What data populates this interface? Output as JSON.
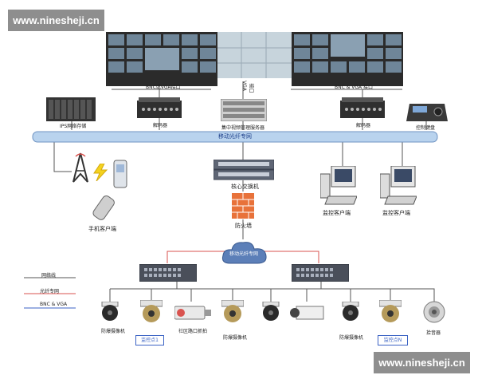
{
  "watermark": {
    "top": "www.ninesheji.cn",
    "bottom": "www.ninesheji.cn"
  },
  "video_wall": {
    "label_left": "BNC或VGA接口",
    "label_center_1": "VGA",
    "label_center_2": "接口",
    "label_right": "BNC & VGA 接口"
  },
  "devices": {
    "ips_storage": "IPS网络存储",
    "decoder_left": "解码器",
    "central_server": "集中视频管理服务器",
    "decoder_right": "解码器",
    "control_keyboard": "控制键盘"
  },
  "backbone": {
    "label": "移动光纤专网"
  },
  "middle": {
    "mobile_client": "手机客户端",
    "core_switch": "核心交换机",
    "firewall": "防火墙",
    "monitor_client_1": "监控客户端",
    "monitor_client_2": "监控客户端",
    "cloud": "移动光纤专网"
  },
  "legend": {
    "line_1": "网络线",
    "line_2": "光纤专网",
    "line_3": "BNC & VGA"
  },
  "cameras": {
    "label_left": "防爆摄像机",
    "label_gate": "社区路口抓拍",
    "label_mid": "防爆摄像机",
    "label_right": "防爆摄像机",
    "label_speaker": "拾音器",
    "point_1": "监控点1",
    "point_n": "监控点N"
  },
  "colors": {
    "backbone": "#b9d3ee",
    "network_line": "#555555",
    "fiber_line": "#d9534f",
    "bnc_line": "#3b63c4",
    "watermark_bg": "#8e8e8e"
  }
}
